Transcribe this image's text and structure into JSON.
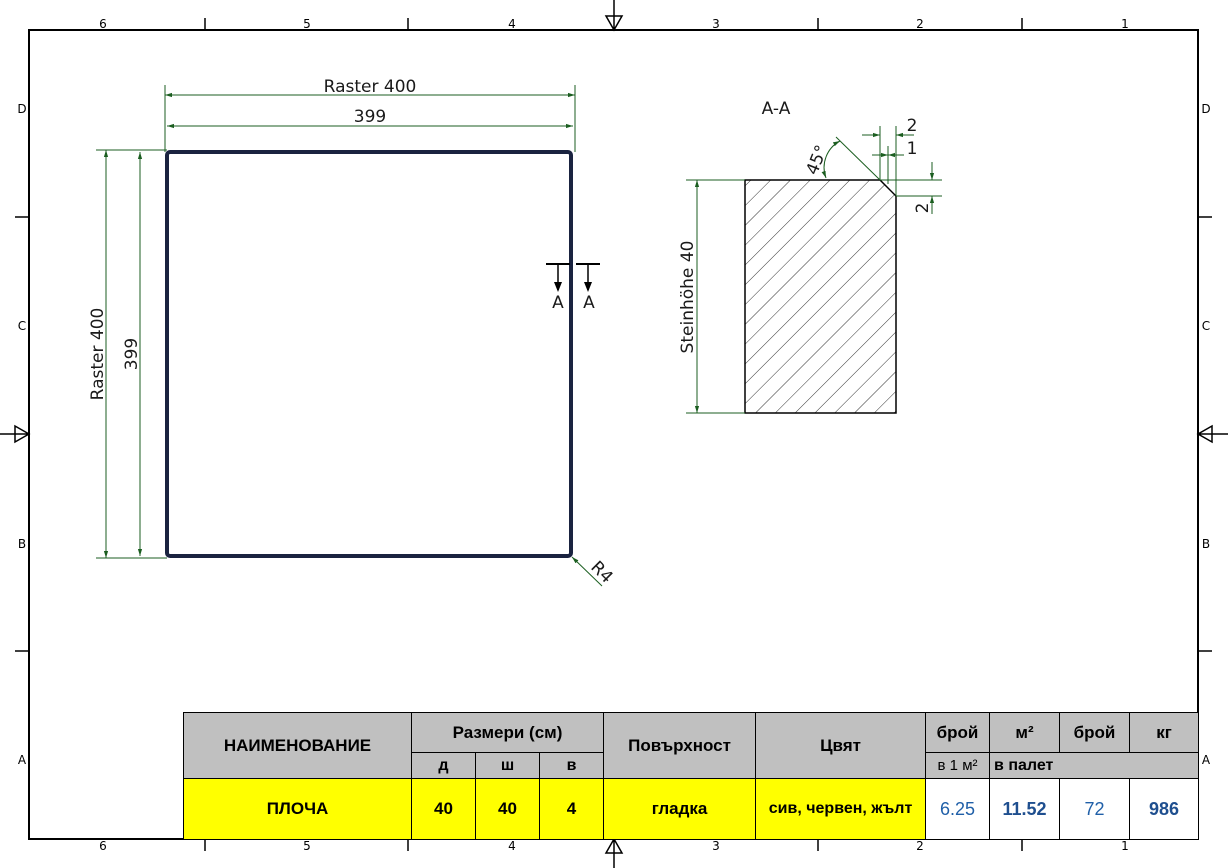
{
  "frame": {
    "columns_top": [
      "6",
      "5",
      "4",
      "3",
      "2",
      "1"
    ],
    "columns_bottom": [
      "6",
      "5",
      "4",
      "3",
      "2",
      "1"
    ],
    "rows_left": [
      "D",
      "C",
      "B",
      "A"
    ],
    "rows_right": [
      "D",
      "C",
      "B",
      "A"
    ]
  },
  "plan_view": {
    "dim_raster_h": "Raster 400",
    "dim_size_h": "399",
    "dim_raster_v": "Raster 400",
    "dim_size_v": "399",
    "section_mark_left": "A",
    "section_mark_right": "A",
    "radius_label": "R4"
  },
  "section_view": {
    "title": "A-A",
    "chamfer_angle": "45°",
    "dim_2_top": "2",
    "dim_1": "1",
    "dim_2_side": "2",
    "height_label": "Steinhöhe 40"
  },
  "title_block": {
    "h_name": "НАИМЕНОВАНИЕ",
    "h_sizes": "Размери (см)",
    "h_d": "д",
    "h_sh": "ш",
    "h_v": "в",
    "h_surface": "Повърхност",
    "h_color": "Цвят",
    "h_count": "брой",
    "h_per_m2": "в 1 м²",
    "h_m2": "м²",
    "h_count2": "брой",
    "h_kg": "кг",
    "h_on_pallet": "в палет",
    "v_name": "ПЛОЧА",
    "v_d": "40",
    "v_sh": "40",
    "v_v": "4",
    "v_surface": "гладка",
    "v_color": "сив, червен, жълт",
    "v_per_m2": "6.25",
    "v_m2": "11.52",
    "v_count": "72",
    "v_kg": "986"
  }
}
